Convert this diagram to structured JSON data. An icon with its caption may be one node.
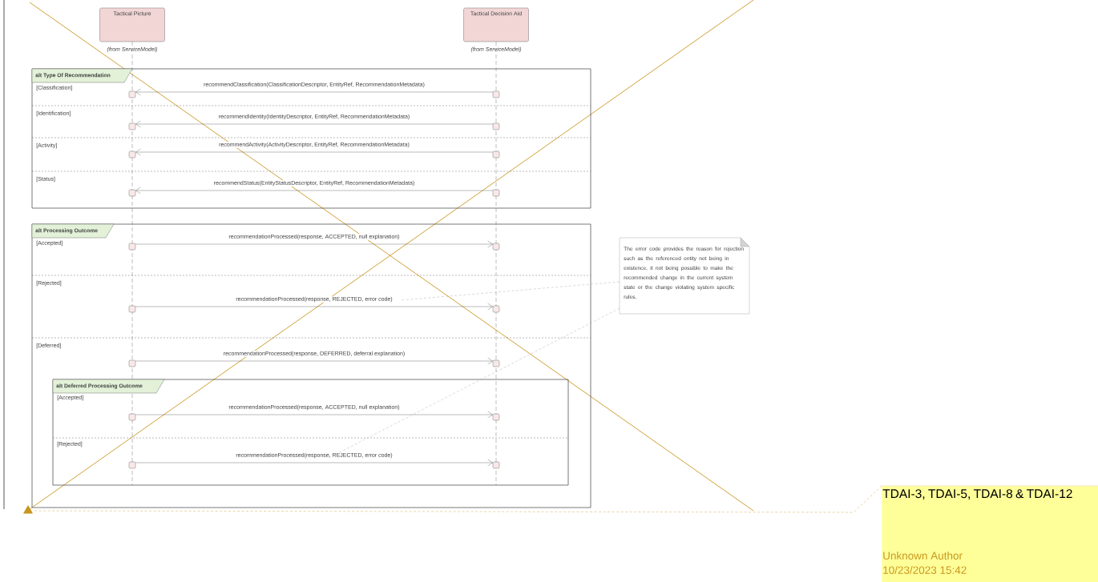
{
  "diagram": {
    "nodes": [
      {
        "text": [
          "Tactical Picture",
          "(from ServiceModel)"
        ]
      },
      {
        "text": [
          "Tactical Decision Aid",
          "(from ServiceModel)"
        ]
      },
      {
        "text": [
          "alt Type Of Recommendation"
        ]
      },
      {
        "text": [
          "alt Processing Outcome"
        ]
      },
      {
        "text": [
          "alt Deferred Processing Outcome"
        ]
      },
      {
        "text": [
          "The error code provides the reason for rejection such as the referenced entity not being in existence, it not being possible to make the recommended change in the current system state or the change violating system specific rules."
        ]
      },
      {
        "text": [
          "TDAI-3, TDAI-5, TDAI-8 & TDAI-12",
          "Unknown Author",
          "10/23/2023 15:42"
        ]
      },
      {
        "text": [],
        "shape": "triangle"
      }
    ],
    "edges": [
      {
        "from": 1,
        "to": 0,
        "arrow": "to",
        "label": "recommendClassification(ClassificationDescriptor, EntityRef, RecommendationMetadata)"
      },
      {
        "from": 1,
        "to": 0,
        "arrow": "to",
        "label": "recommendIdentity(IdentityDescriptor, EntityRef, RecommendationMetadata)"
      },
      {
        "from": 1,
        "to": 0,
        "arrow": "to",
        "label": "recommendActivity(ActivityDescriptor, EntityRef, RecommendationMetadata)"
      },
      {
        "from": 1,
        "to": 0,
        "arrow": "to",
        "label": "recommendStatus(EntityStatusDescriptor, EntityRef, RecommendationMetadata)"
      },
      {
        "from": 0,
        "to": 1,
        "arrow": "to",
        "label": "recommendationProcessed(response, ACCEPTED, null explanation)"
      },
      {
        "from": 0,
        "to": 1,
        "arrow": "to",
        "label": "recommendationProcessed(response, REJECTED, error code)"
      },
      {
        "from": 0,
        "to": 1,
        "arrow": "to",
        "label": "recommendationProcessed(response, DEFERRED, deferral explanation)"
      },
      {
        "from": 0,
        "to": 1,
        "arrow": "to",
        "label": "recommendationProcessed(response, ACCEPTED, null explanation)"
      },
      {
        "from": 0,
        "to": 1,
        "arrow": "to",
        "label": "recommendationProcessed(response, REJECTED, error code)"
      },
      {
        "from": 5,
        "to": null,
        "arrow": "none",
        "style": "dashed",
        "color": "#a0a0a0"
      },
      {
        "from": 5,
        "to": null,
        "arrow": "none",
        "style": "dashed",
        "color": "#a0a0a0"
      },
      {
        "from": 6,
        "to": 7,
        "arrow": "none",
        "style": "dashed",
        "color": "#c8961e"
      }
    ],
    "labels": [
      "[Classification]",
      "[Identification]",
      "[Activity]",
      "[Status]",
      "[Accepted]",
      "[Rejected]",
      "[Deferred]",
      "[Accepted]",
      "[Rejected]"
    ]
  }
}
